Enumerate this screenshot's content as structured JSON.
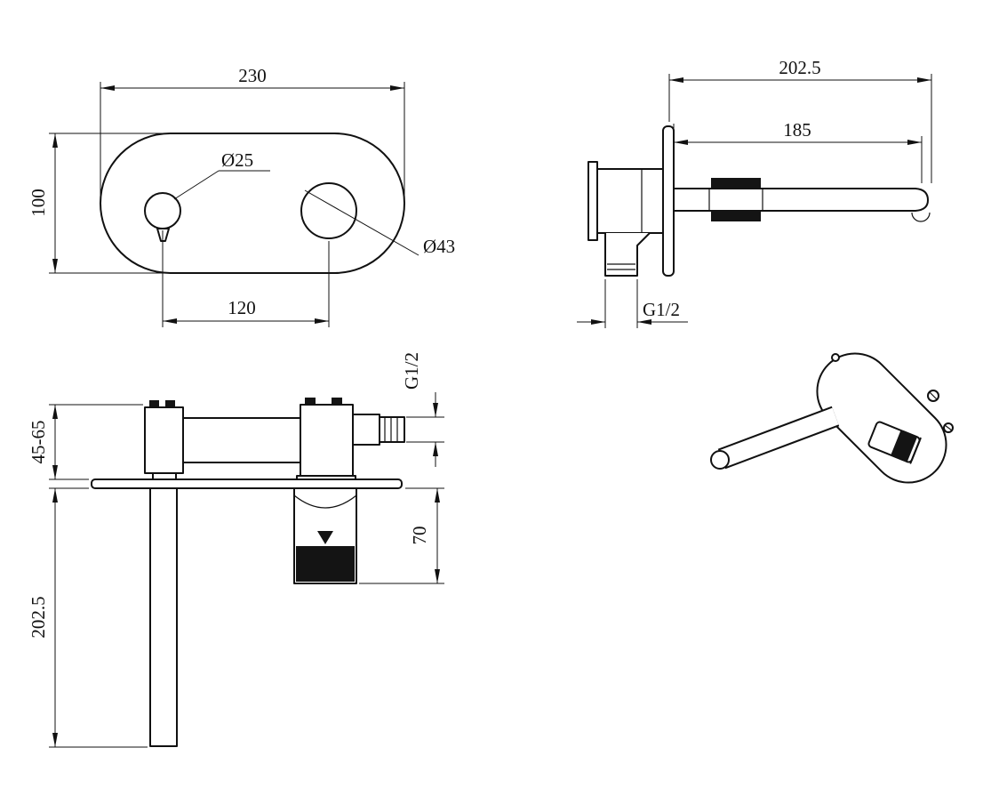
{
  "style": {
    "ink": "#111111",
    "paper": "#ffffff"
  },
  "views": {
    "plate_front": {
      "width": "230",
      "height": "100",
      "small_hole": "Ø25",
      "large_hole": "Ø43",
      "hole_spacing": "120"
    },
    "spout_side": {
      "overall_length": "202.5",
      "spout_length": "185",
      "inlet_thread": "G1/2"
    },
    "body_front": {
      "outlet_thread": "G1/2",
      "wall_depth_range": "45-65",
      "drop_height": "70",
      "inlet_pipe_length": "202.5"
    }
  }
}
